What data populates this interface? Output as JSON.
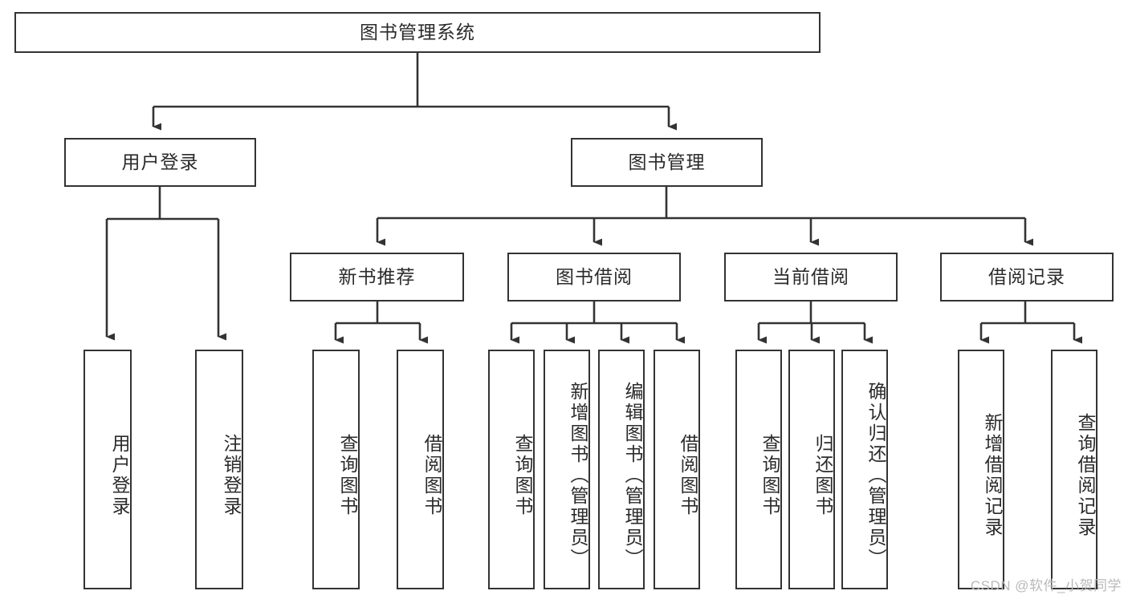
{
  "diagram": {
    "title": "图书管理系统",
    "type": "tree-hierarchy-chart",
    "root": {
      "id": "root",
      "label": "图书管理系统",
      "orientation": "horizontal"
    },
    "level1": [
      {
        "id": "user-login",
        "label": "用户登录",
        "orientation": "horizontal"
      },
      {
        "id": "book-management",
        "label": "图书管理",
        "orientation": "horizontal"
      }
    ],
    "level2": [
      {
        "id": "new-book-recommend",
        "label": "新书推荐",
        "orientation": "horizontal",
        "parent": "book-management"
      },
      {
        "id": "book-borrow",
        "label": "图书借阅",
        "orientation": "horizontal",
        "parent": "book-management"
      },
      {
        "id": "current-borrow",
        "label": "当前借阅",
        "orientation": "horizontal",
        "parent": "book-management"
      },
      {
        "id": "borrow-record",
        "label": "借阅记录",
        "orientation": "horizontal",
        "parent": "book-management"
      }
    ],
    "leaves": [
      {
        "id": "leaf-user-login",
        "label": "用户登录",
        "orientation": "vertical",
        "parent": "user-login"
      },
      {
        "id": "leaf-user-logout",
        "label": "注销登录",
        "orientation": "vertical",
        "parent": "user-login"
      },
      {
        "id": "leaf-query-book-1",
        "label": "查询图书",
        "orientation": "vertical",
        "parent": "new-book-recommend"
      },
      {
        "id": "leaf-borrow-book-1",
        "label": "借阅图书",
        "orientation": "vertical",
        "parent": "new-book-recommend"
      },
      {
        "id": "leaf-query-book-2",
        "label": "查询图书",
        "orientation": "vertical",
        "parent": "book-borrow"
      },
      {
        "id": "leaf-add-book",
        "label": "新增图书（管理员）",
        "orientation": "vertical",
        "parent": "book-borrow"
      },
      {
        "id": "leaf-edit-book",
        "label": "编辑图书（管理员）",
        "orientation": "vertical",
        "parent": "book-borrow"
      },
      {
        "id": "leaf-borrow-book-2",
        "label": "借阅图书",
        "orientation": "vertical",
        "parent": "book-borrow"
      },
      {
        "id": "leaf-query-book-3",
        "label": "查询图书",
        "orientation": "vertical",
        "parent": "current-borrow"
      },
      {
        "id": "leaf-return-book",
        "label": "归还图书",
        "orientation": "vertical",
        "parent": "current-borrow"
      },
      {
        "id": "leaf-confirm-return",
        "label": "确认归还（管理员）",
        "orientation": "vertical",
        "parent": "current-borrow"
      },
      {
        "id": "leaf-add-borrow-record",
        "label": "新增借阅记录",
        "orientation": "vertical",
        "parent": "borrow-record"
      },
      {
        "id": "leaf-query-borrow-record",
        "label": "查询借阅记录",
        "orientation": "vertical",
        "parent": "borrow-record"
      }
    ]
  },
  "watermark": {
    "text": "CSDN @软件_小贺同学"
  },
  "colors": {
    "stroke": "#333333",
    "box_fill": "#ffffff",
    "text": "#2b2b2b",
    "watermark": "#b9b9b9",
    "background": "#ffffff"
  }
}
